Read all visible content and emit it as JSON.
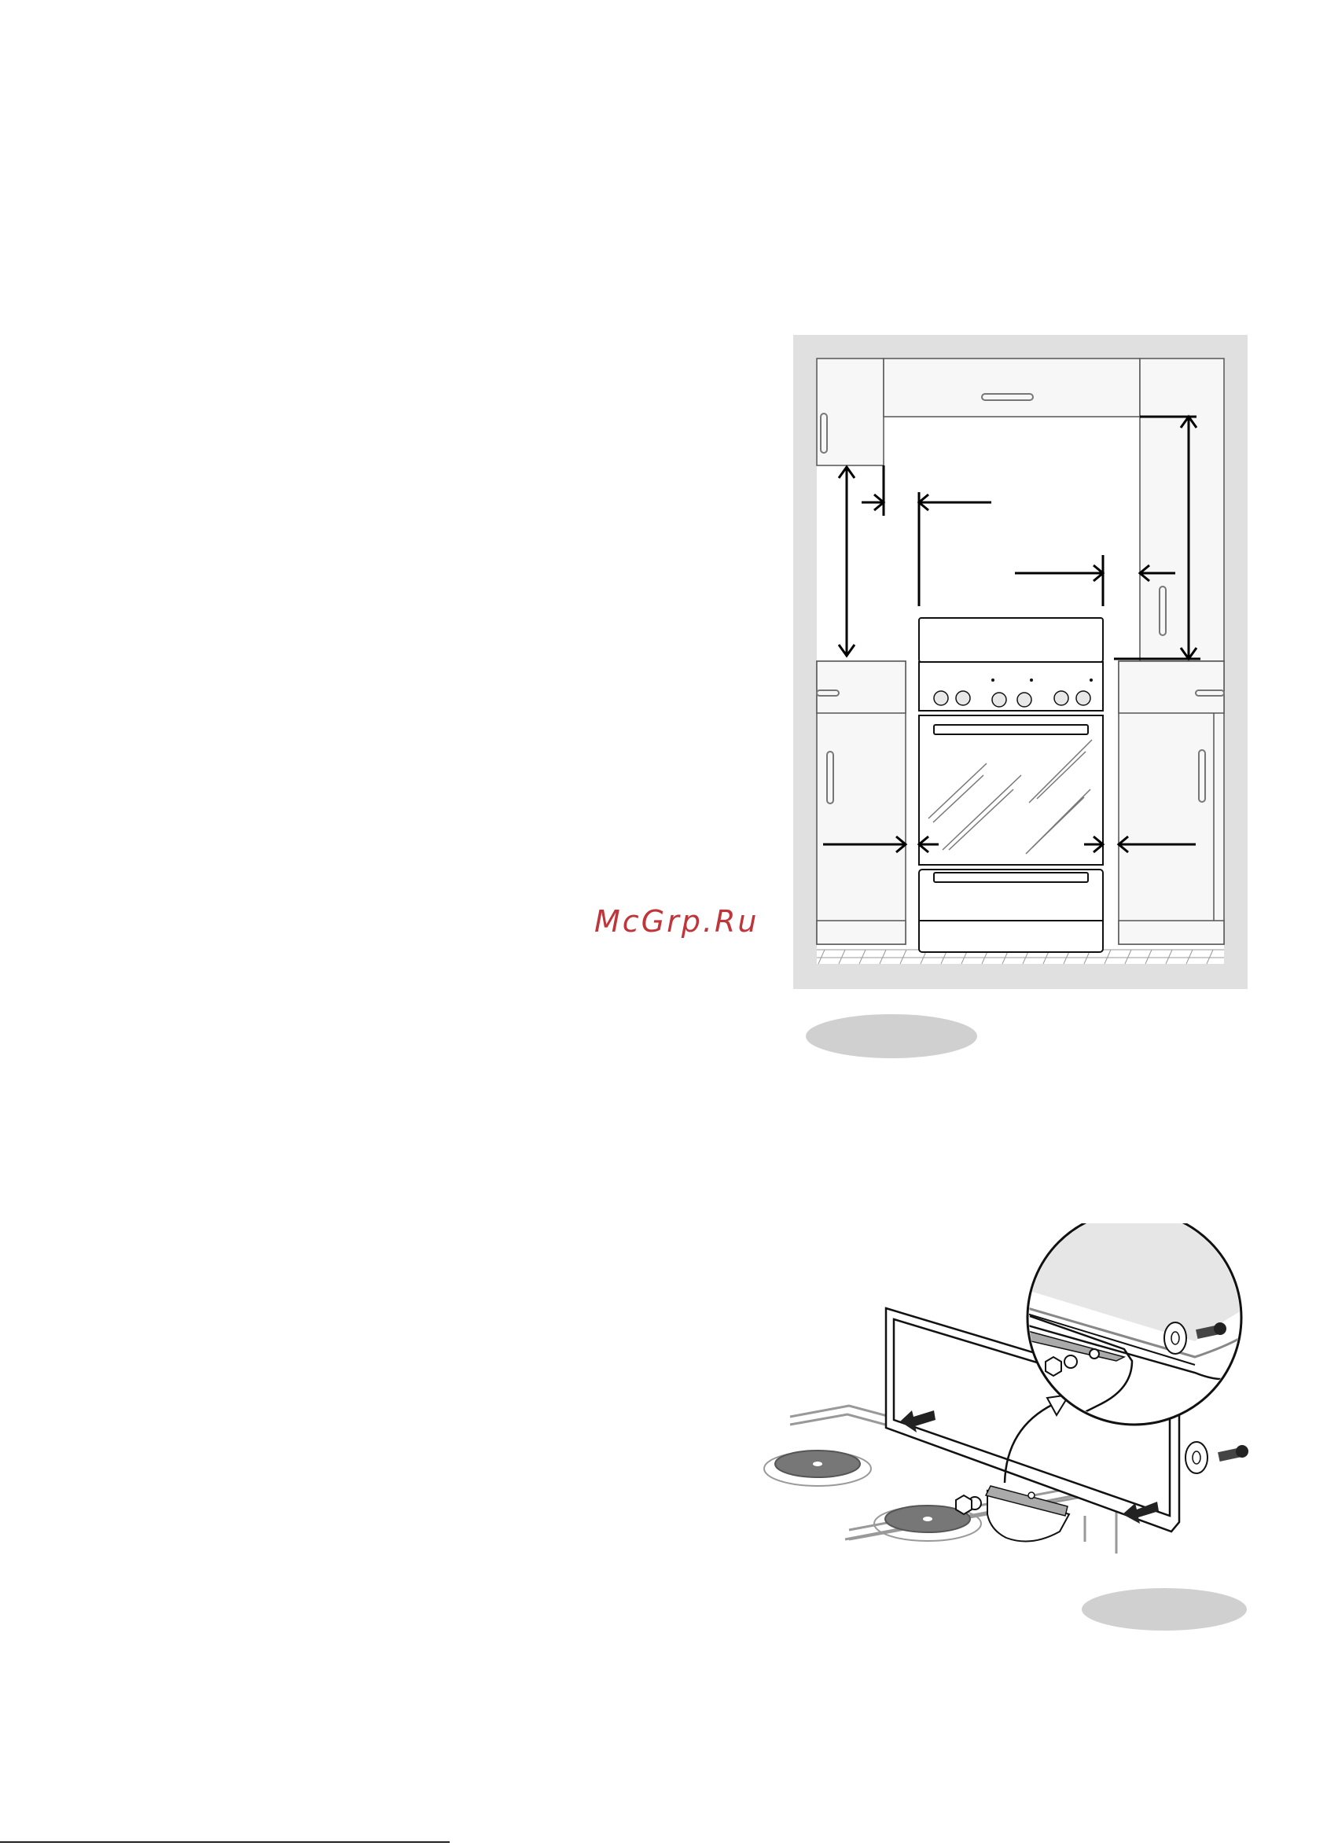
{
  "watermark": {
    "text": "McGrp.Ru",
    "color": "#c0353a"
  },
  "figures": [
    {
      "name": "cabinet-clearance-diagram",
      "caption_label": ""
    },
    {
      "name": "stability-bracket-diagram",
      "caption_label": ""
    }
  ],
  "colors": {
    "frame": "#e0e0e0",
    "panel": "#f7f7f7",
    "stroke": "#000000",
    "label_oval": "#d0d0d0"
  }
}
